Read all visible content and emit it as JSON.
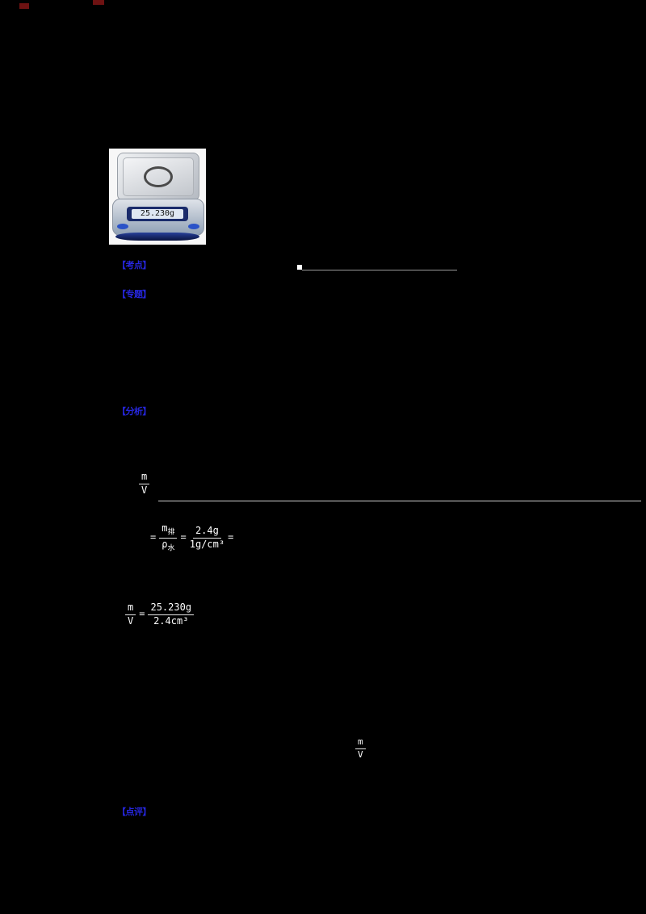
{
  "colors": {
    "background": "#000000",
    "label_blue": "#2626dd",
    "formula_white": "#ffffff",
    "mark_red": "#6e1212",
    "line_gray": "#c8c8c8"
  },
  "balance": {
    "display_value": "25.230g"
  },
  "labels": {
    "kaodian": "【考点】",
    "zhuanti": "【专题】",
    "fenxi": "【分析】",
    "dianping": "【点评】"
  },
  "formulas": {
    "f1": {
      "num": "m",
      "den": "V"
    },
    "f2": {
      "eq1": "=",
      "num1_base": "m",
      "num1_sub": "排",
      "den1_base": "ρ",
      "den1_sub": "水",
      "eq2": "=",
      "num2": "2.4g",
      "den2": "1g/cm³",
      "eq3": "="
    },
    "f3": {
      "num1": "m",
      "den1": "V",
      "eq": "=",
      "num2": "25.230g",
      "den2": "2.4cm³"
    },
    "f4": {
      "num": "m",
      "den": "V"
    }
  }
}
